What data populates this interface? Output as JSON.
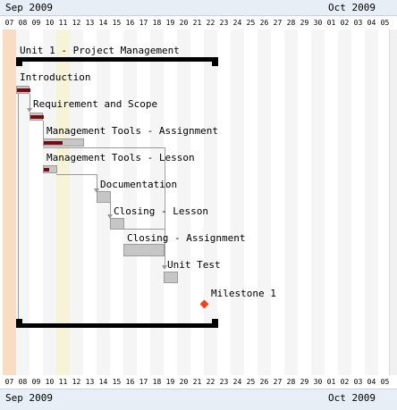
{
  "timeline": {
    "months": [
      "Sep 2009",
      "Oct 2009"
    ],
    "days": [
      "07",
      "08",
      "09",
      "10",
      "11",
      "12",
      "13",
      "14",
      "15",
      "16",
      "17",
      "18",
      "19",
      "20",
      "21",
      "22",
      "23",
      "24",
      "25",
      "26",
      "27",
      "28",
      "29",
      "30",
      "01",
      "02",
      "03",
      "04",
      "05"
    ]
  },
  "group": {
    "label": "Unit 1 - Project Management"
  },
  "tasks": [
    {
      "label": "Introduction",
      "progress": 1.0
    },
    {
      "label": "Requirement and Scope",
      "progress": 1.0
    },
    {
      "label": "Management Tools - Assignment",
      "progress": 0.45
    },
    {
      "label": "Management Tools - Lesson",
      "progress": 0.4
    },
    {
      "label": "Documentation",
      "progress": 0
    },
    {
      "label": "Closing - Lesson",
      "progress": 0
    },
    {
      "label": "Closing - Assignment",
      "progress": 0
    },
    {
      "label": "Unit Test",
      "progress": 0
    }
  ],
  "milestone": {
    "label": "Milestone 1",
    "color": "#f04418"
  },
  "colors": {
    "progress": "#7a0a10",
    "today": "#f9ddc3",
    "highlight": "#f7f3d6",
    "weekend": "#f5f5f5"
  }
}
